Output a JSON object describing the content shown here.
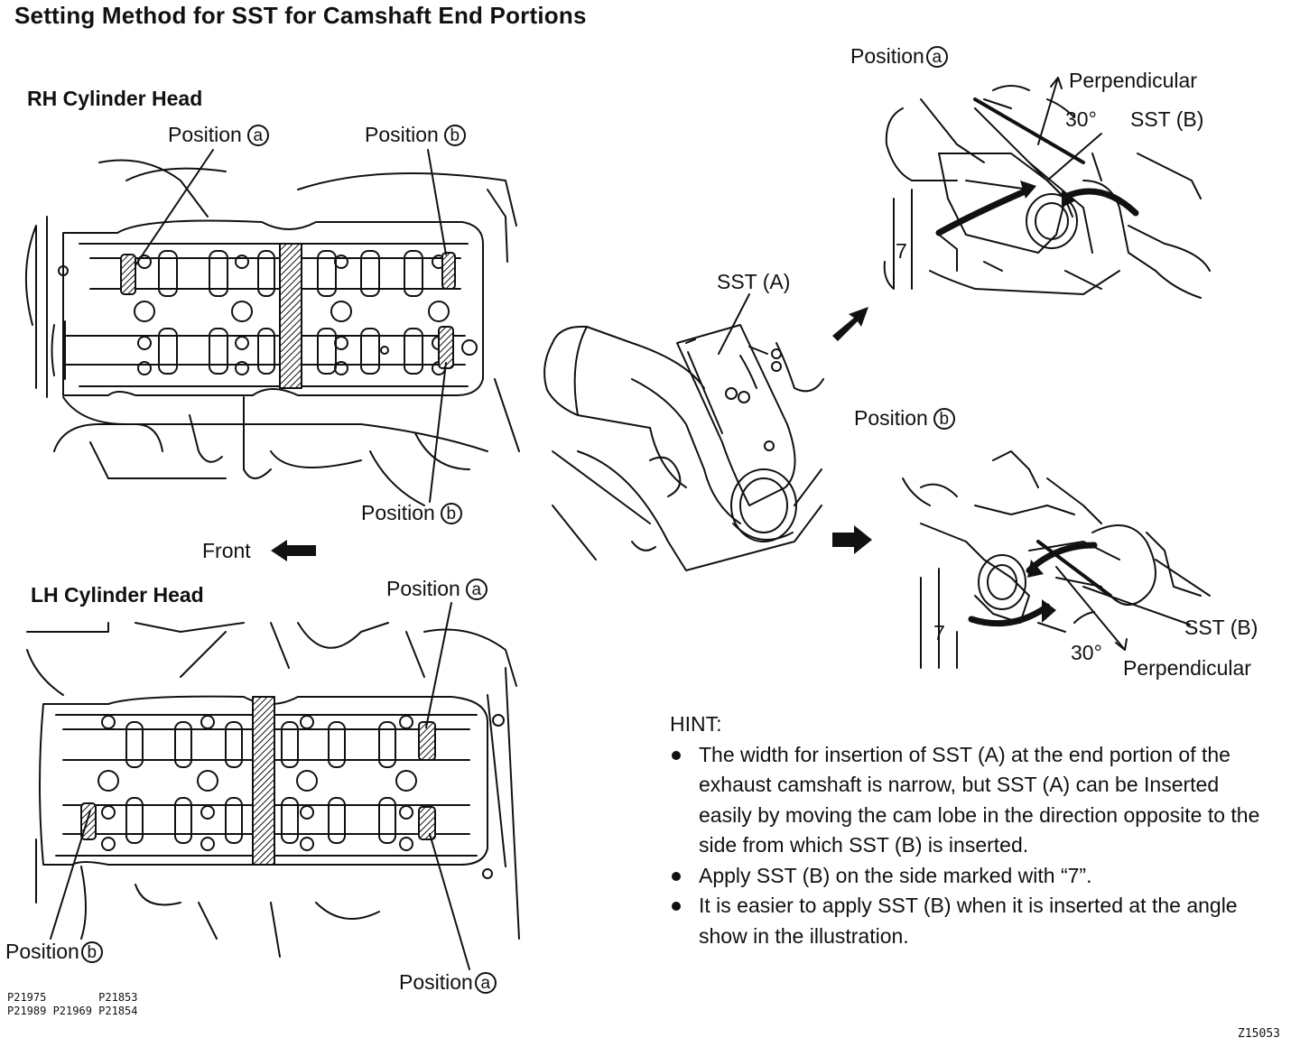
{
  "title": "Setting Method for SST for Camshaft End Portions",
  "rh_head": {
    "heading": "RH Cylinder Head",
    "pos_a_top": {
      "word": "Position",
      "mark": "a"
    },
    "pos_b_top": {
      "word": "Position",
      "mark": "b"
    },
    "pos_b_bottom": {
      "word": "Position",
      "mark": "b"
    }
  },
  "front": {
    "label": "Front"
  },
  "lh_head": {
    "heading": "LH Cylinder Head",
    "pos_a_top": {
      "word": "Position",
      "mark": "a"
    },
    "pos_b_bottom": {
      "word": "Position",
      "mark": "b"
    },
    "pos_a_bottom": {
      "word": "Position",
      "mark": "a"
    }
  },
  "center": {
    "sst_a": "SST (A)"
  },
  "detail_a": {
    "heading": {
      "word": "Position",
      "mark": "a"
    },
    "perpendicular": "Perpendicular",
    "angle": "30°",
    "sst_b": "SST (B)",
    "mark7": "7"
  },
  "detail_b": {
    "heading": {
      "word": "Position",
      "mark": "b"
    },
    "sst_b": "SST (B)",
    "angle": "30°",
    "perpendicular": "Perpendicular",
    "mark7": "7"
  },
  "hint": {
    "title": "HINT:",
    "items": [
      "The width for insertion of SST (A) at the end portion of the exhaust camshaft is narrow, but SST (A) can be Inserted easily by moving the cam lobe in the direction opposite to the side from which SST (B) is inserted.",
      "Apply SST (B) on the side marked with “7”.",
      "It is easier to apply SST (B) when it is inserted at the angle show in the illustration."
    ]
  },
  "codes": {
    "line1": "P21975        P21853",
    "line2": "P21989 P21969 P21854"
  },
  "figure_id": "Z15053"
}
